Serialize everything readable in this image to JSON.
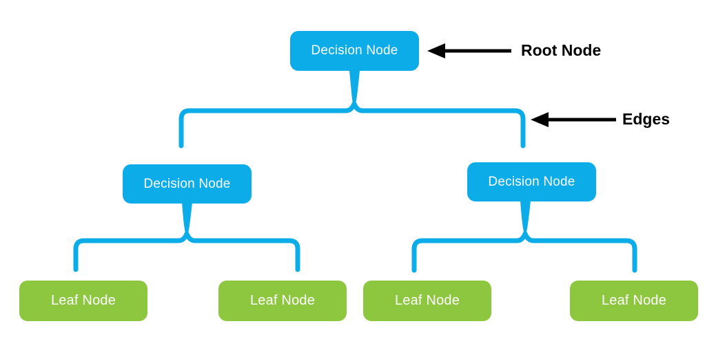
{
  "diagram": {
    "type": "decision-tree-hierarchy",
    "nodes": {
      "root": {
        "label": "Decision Node",
        "level": 0
      },
      "decision_left": {
        "label": "Decision Node",
        "level": 1
      },
      "decision_right": {
        "label": "Decision Node",
        "level": 1
      },
      "leaf_1": {
        "label": "Leaf Node",
        "level": 2
      },
      "leaf_2": {
        "label": "Leaf Node",
        "level": 2
      },
      "leaf_3": {
        "label": "Leaf Node",
        "level": 2
      },
      "leaf_4": {
        "label": "Leaf Node",
        "level": 2
      }
    },
    "annotations": {
      "root_node": {
        "label": "Root Node",
        "points_to": "root"
      },
      "edges": {
        "label": "Edges",
        "points_to": "top-bracket-connector"
      }
    },
    "colors": {
      "decision_node": "#0cace9",
      "leaf_node": "#8dc63f",
      "connector": "#0cace9",
      "annotation": "#000000",
      "node_text": "#ffffff",
      "background": "#ffffff"
    }
  }
}
